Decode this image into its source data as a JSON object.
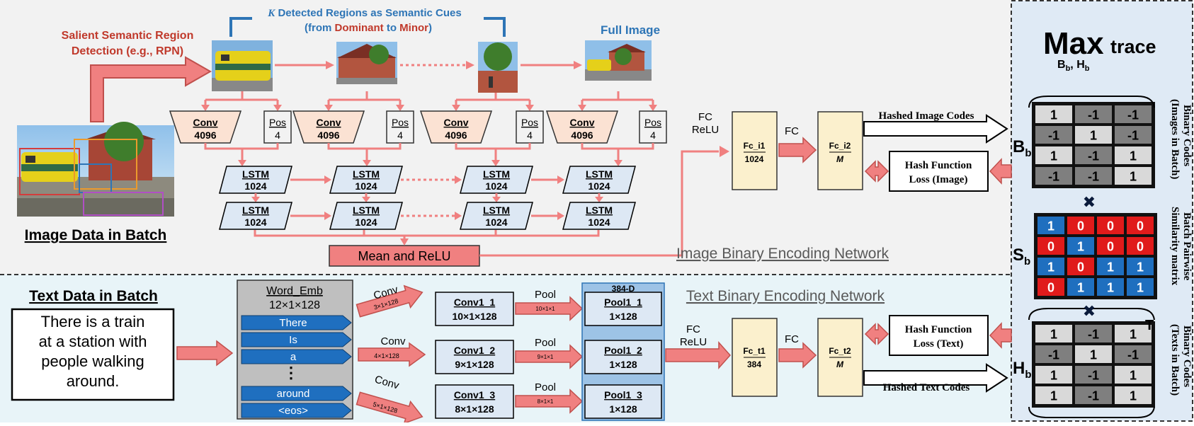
{
  "top": {
    "salient_line1": "Salient Semantic Region",
    "salient_line2": "Detection (e.g., RPN)",
    "k_regions_k": "K",
    "k_regions_rest": " Detected Regions as Semantic Cues",
    "dominant_minor_pre": "(from ",
    "dominant_word": "Dominant",
    "dominant_mid": " to ",
    "minor_word": "Minor",
    "dominant_minor_post": ")",
    "full_image": "Full Image",
    "image_data_title": "Image Data in Batch",
    "network_title": "Image Binary Encoding Network",
    "conv_title": "Conv",
    "conv_size": "4096",
    "pos_title": "Pos",
    "pos_size": "4",
    "lstm_title": "LSTM",
    "lstm_size": "1024",
    "mean_relu": "Mean and ReLU",
    "fc_relu_1": "FC",
    "fc_relu_2": "ReLU",
    "fc_label": "FC",
    "fc_i1_title": "Fc_i1",
    "fc_i1_size": "1024",
    "fc_i2_title": "Fc_i2",
    "fc_i2_size": "M",
    "hashed_image_codes": "Hashed Image Codes",
    "hash_loss_image_1": "Hash Function",
    "hash_loss_image_2": "Loss (Image)"
  },
  "bottom": {
    "text_data_title": "Text Data in Batch",
    "text_lines": [
      "There is a train",
      "at a station with",
      "people walking",
      "around."
    ],
    "word_emb_title": "Word_Emb",
    "word_emb_size": "12×1×128",
    "words": [
      "There",
      "Is",
      "a",
      "around",
      "<eos>"
    ],
    "dots": "⋮",
    "conv_label": "Conv",
    "conv_kernels": [
      "3×1×128",
      "4×1×128",
      "5×1×128"
    ],
    "conv_boxes": [
      {
        "title": "Conv1_1",
        "size": "10×1×128"
      },
      {
        "title": "Conv1_2",
        "size": "9×1×128"
      },
      {
        "title": "Conv1_3",
        "size": "8×1×128"
      }
    ],
    "pool_label": "Pool",
    "pool_kernels": [
      "10×1×1",
      "9×1×1",
      "8×1×1"
    ],
    "concat_label": "384-D",
    "pool_boxes": [
      {
        "title": "Pool1_1",
        "size": "1×128"
      },
      {
        "title": "Pool1_2",
        "size": "1×128"
      },
      {
        "title": "Pool1_3",
        "size": "1×128"
      }
    ],
    "network_title": "Text Binary Encoding Network",
    "fc_relu_1": "FC",
    "fc_relu_2": "ReLU",
    "fc_label": "FC",
    "fc_t1_title": "Fc_t1",
    "fc_t1_size": "384",
    "fc_t2_title": "Fc_t2",
    "fc_t2_size": "M",
    "hashed_text_codes": "Hashed Text Codes",
    "hash_loss_text_1": "Hash Function",
    "hash_loss_text_2": "Loss (Text)"
  },
  "right": {
    "max_word": "Max",
    "trace_word": "trace",
    "max_sub": "B_b, H_b",
    "max_sub_b": "B",
    "max_sub_b_idx": "b",
    "max_sub_sep": ", ",
    "max_sub_h": "H",
    "max_sub_h_idx": "b",
    "Bb_main": "B",
    "Bb_sub": "b",
    "Sb_main": "S",
    "Sb_sub": "b",
    "Hb_main": "H",
    "Hb_sub": "b",
    "transpose": "T",
    "times": "✖",
    "side_binary_image": "Binary Codes",
    "side_binary_image_2": "(Images in Batch)",
    "side_similarity": "Batch Pairwise",
    "side_similarity_2": "Similarity matrix",
    "side_binary_text": "Binary Codes",
    "side_binary_text_2": "(Texts in Batch)",
    "B_matrix": [
      [
        "1",
        "-1",
        "-1"
      ],
      [
        "-1",
        "1",
        "-1"
      ],
      [
        "1",
        "-1",
        "1"
      ],
      [
        "-1",
        "-1",
        "1"
      ]
    ],
    "S_matrix": [
      [
        "1",
        "0",
        "0",
        "0"
      ],
      [
        "0",
        "1",
        "0",
        "0"
      ],
      [
        "1",
        "0",
        "1",
        "1"
      ],
      [
        "0",
        "1",
        "1",
        "1"
      ]
    ],
    "H_matrix": [
      [
        "1",
        "-1",
        "1"
      ],
      [
        "-1",
        "1",
        "-1"
      ],
      [
        "1",
        "-1",
        "1"
      ],
      [
        "1",
        "-1",
        "1"
      ]
    ]
  },
  "colors": {
    "arrow_fill": "#f08080",
    "arrow_stroke": "#c0504d",
    "conv_fill": "#fbe2d3",
    "lstm_fill": "#dde8f4",
    "fc_fill": "#fbf0cd",
    "top_bg": "#f2f2f2",
    "bottom_bg": "#e8f4f8",
    "right_bg": "#dfeaf5",
    "word_blue": "#1f6fbf",
    "red_text": "#c0392b",
    "blue_text": "#2e75b6"
  }
}
